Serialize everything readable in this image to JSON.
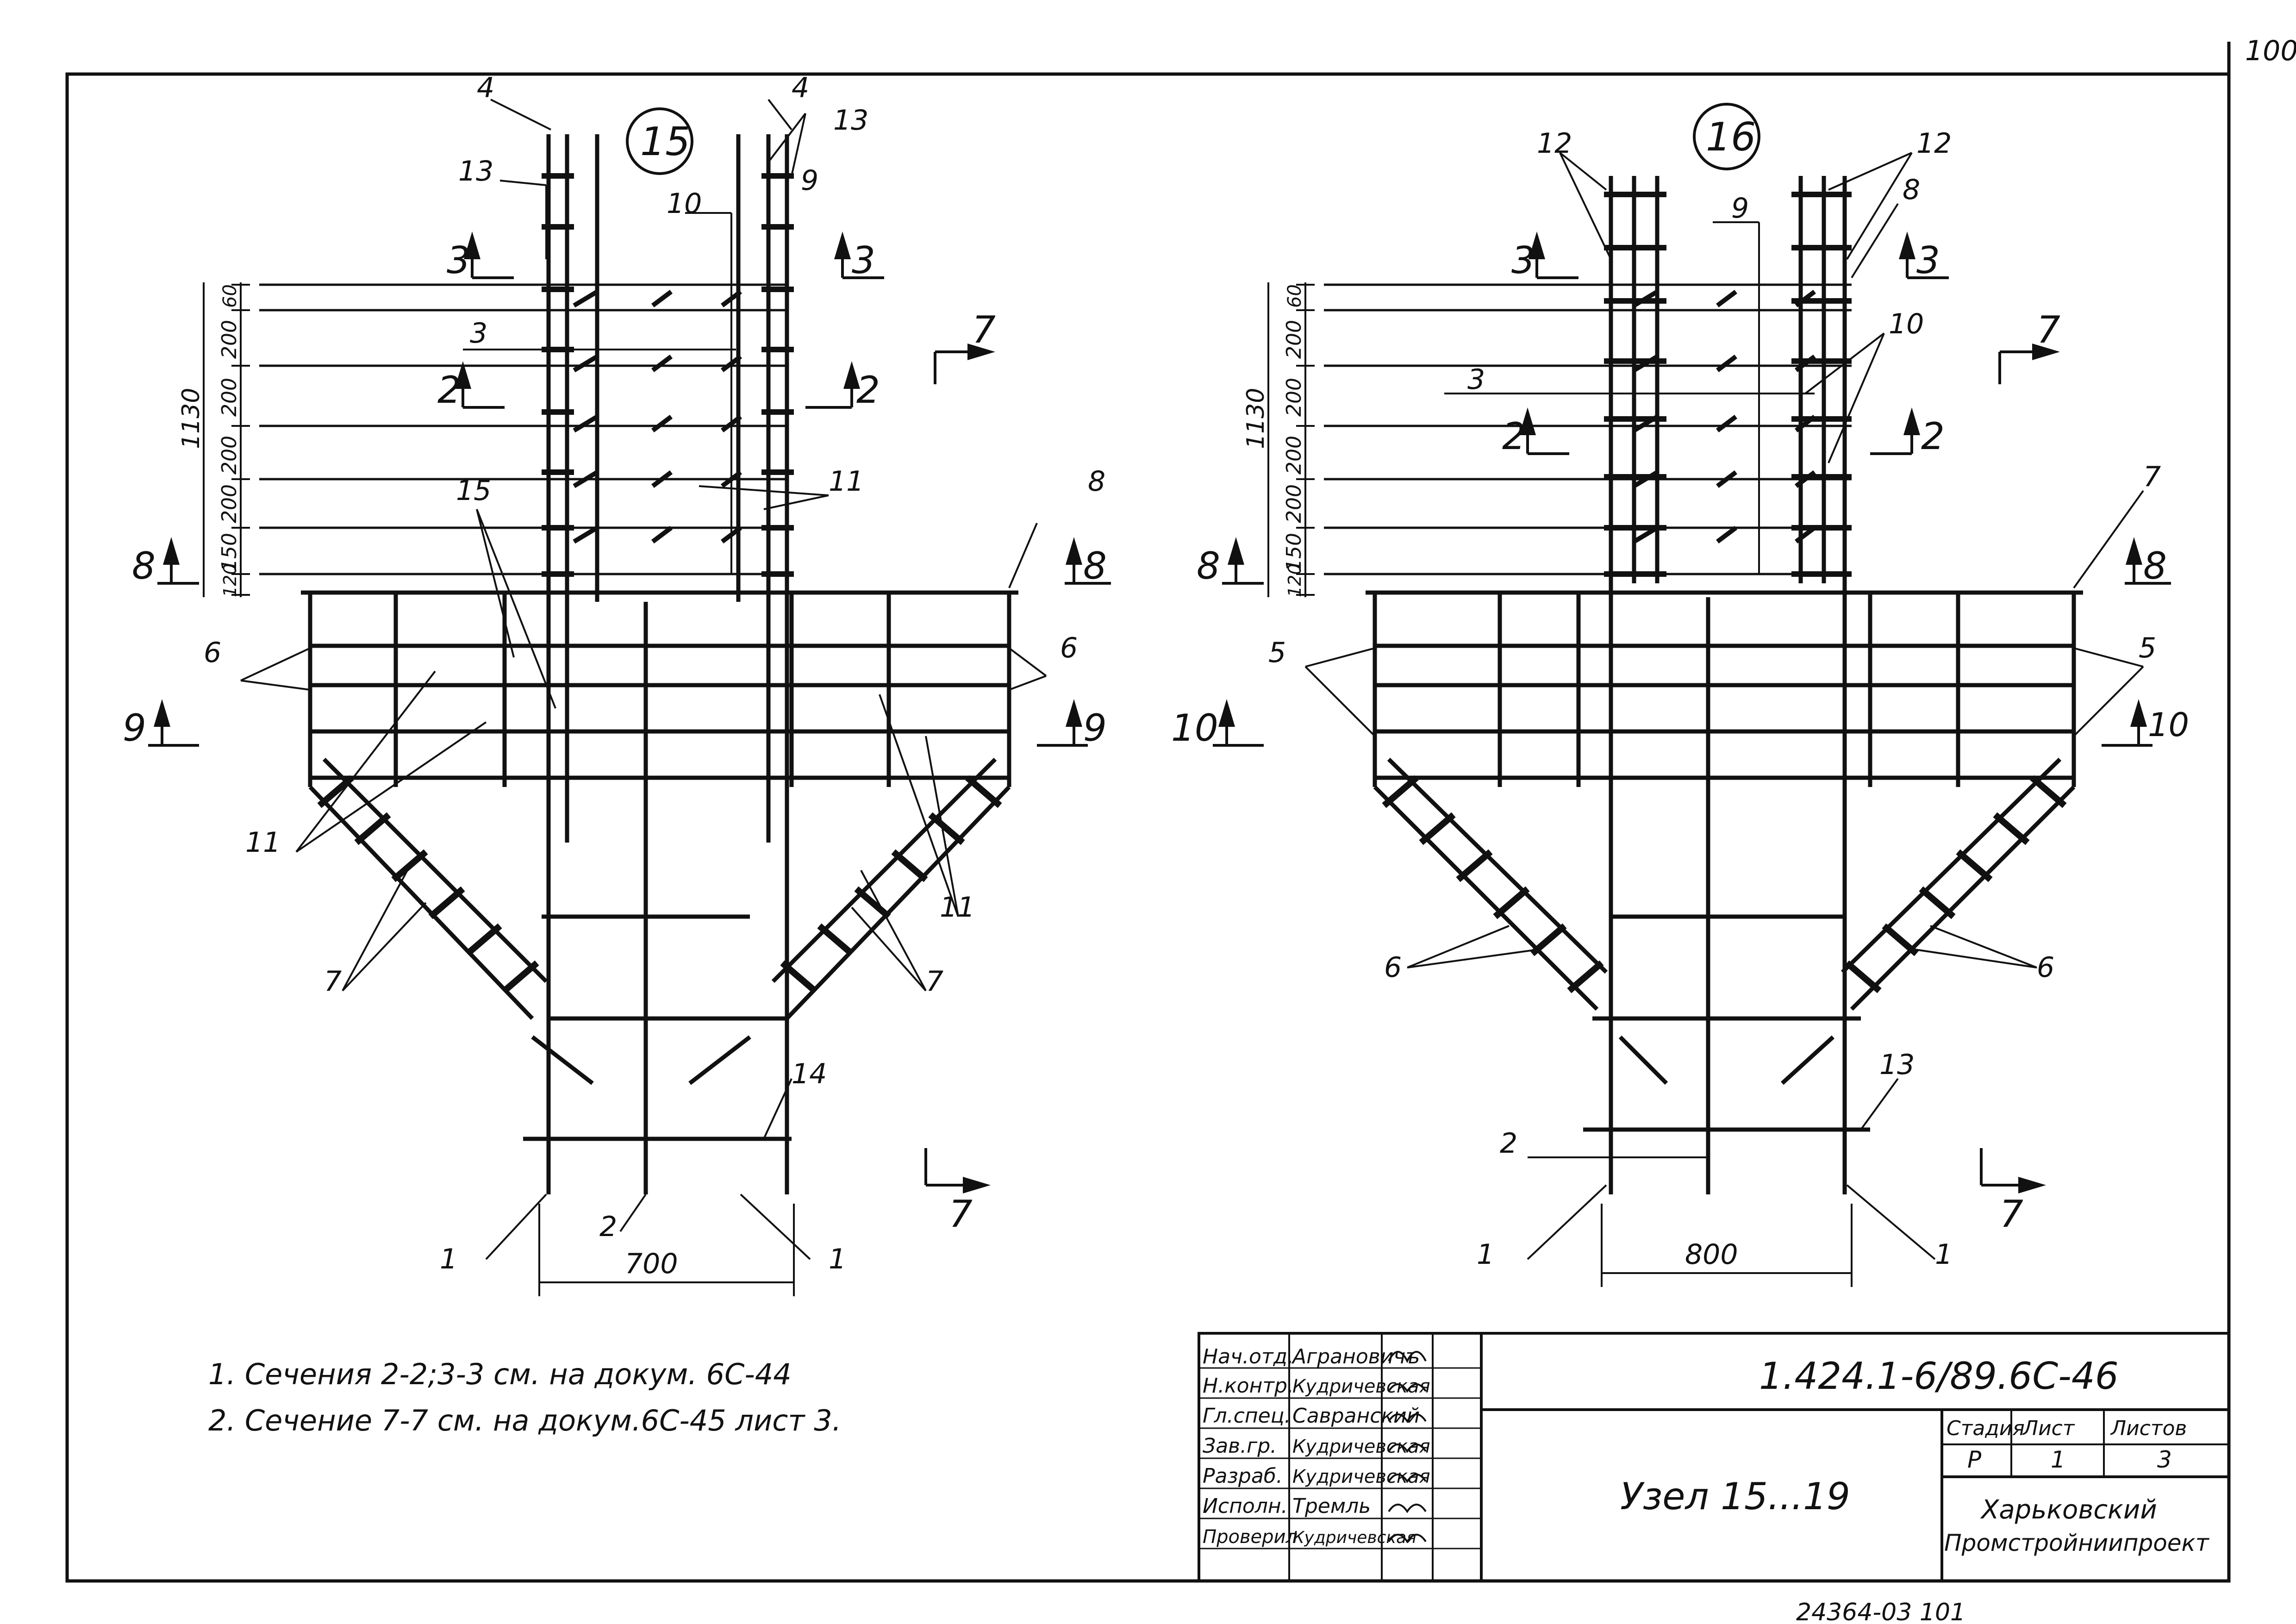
{
  "page_number": "100",
  "node_left": {
    "circle_label": "15",
    "dim_total": "1130",
    "dims": [
      "60",
      "200",
      "200",
      "200",
      "200",
      "150",
      "120"
    ],
    "width_dim": "700",
    "labels": {
      "p4a": "4",
      "p4b": "4",
      "p13a": "13",
      "p13b": "13",
      "p10": "10",
      "p9": "9",
      "p3": "3",
      "p11a": "11",
      "p15": "15",
      "p8": "8",
      "p6a": "6",
      "p6b": "6",
      "p11b": "11",
      "p11c": "11",
      "p7a": "7",
      "p7b": "7",
      "p14": "14",
      "p1a": "1",
      "p2": "2",
      "p1b": "1"
    },
    "sections": {
      "s3l": "3",
      "s3r": "3",
      "s2l": "2",
      "s2r": "2",
      "s8l": "8",
      "s8r": "8",
      "s9l": "9",
      "s9r": "9",
      "s7t": "7",
      "s7b": "7"
    }
  },
  "node_right": {
    "circle_label": "16",
    "dim_total": "1130",
    "dims": [
      "60",
      "200",
      "200",
      "200",
      "200",
      "150",
      "120"
    ],
    "width_dim": "800",
    "labels": {
      "p12a": "12",
      "p12b": "12",
      "p9": "9",
      "p8": "8",
      "p10": "10",
      "p3": "3",
      "p7": "7",
      "p5a": "5",
      "p5b": "5",
      "p6a": "6",
      "p6b": "6",
      "p13": "13",
      "p2": "2",
      "p1a": "1",
      "p1b": "1"
    },
    "sections": {
      "s3l": "3",
      "s3r": "3",
      "s2l": "2",
      "s2r": "2",
      "s8l": "8",
      "s8r": "8",
      "s10l": "10",
      "s10r": "10",
      "s7t": "7",
      "s7b": "7"
    }
  },
  "notes": [
    "1. Сечения 2-2;3-3 см. на докум. 6С-44",
    "2. Сечение 7-7 см. на докум.6С-45 лист 3."
  ],
  "title_block": {
    "doc_code": "1.424.1-6/89.6С-46",
    "title": "Узел 15...19",
    "stage_header": "Стадия",
    "sheet_header": "Лист",
    "sheets_header": "Листов",
    "stage": "Р",
    "sheet": "1",
    "sheets": "3",
    "org_line1": "Харьковский",
    "org_line2": "Промстройниипроект",
    "roles": [
      {
        "role": "Нач.отд.",
        "name": "Аграновичъ"
      },
      {
        "role": "Н.контр.",
        "name": "Кудричевская"
      },
      {
        "role": "Гл.спец.",
        "name": "Савранский"
      },
      {
        "role": "Зав.гр.",
        "name": "Кудричевская"
      },
      {
        "role": "Разраб.",
        "name": "Кудричевская"
      },
      {
        "role": "Исполн.",
        "name": "Тремль"
      },
      {
        "role": "Проверил",
        "name": "Кудричевская"
      }
    ]
  },
  "bottom_code": "24364-03  101"
}
